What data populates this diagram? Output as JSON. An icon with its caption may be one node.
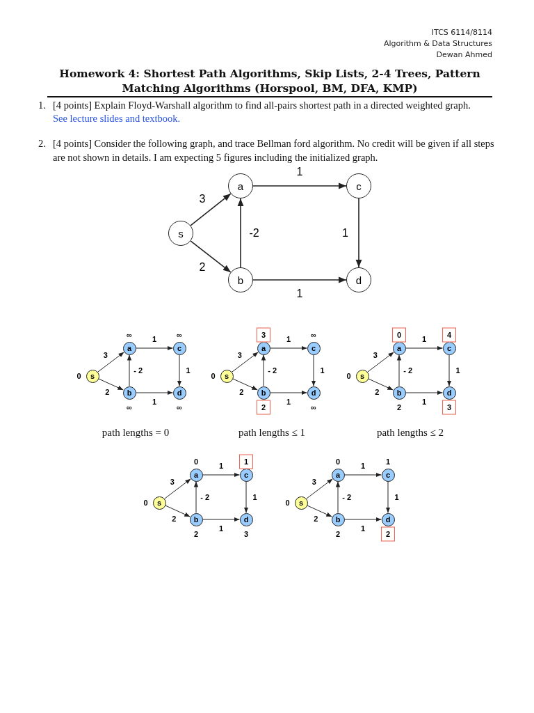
{
  "diagram": {
    "title": "Homework 4: Shortest Path Algorithms, Skip Lists, 2-4 Trees, Pattern Matching Algorithms (Horspool, BM, DFA, KMP)",
    "nodes": [
      {
        "text": [
          "s"
        ]
      },
      {
        "text": [
          "a"
        ]
      },
      {
        "text": [
          "b"
        ]
      },
      {
        "text": [
          "c"
        ]
      },
      {
        "text": [
          "d"
        ]
      },
      {
        "text": [
          "s"
        ],
        "beside": [
          "0"
        ]
      },
      {
        "text": [
          "a"
        ],
        "beside": [
          "∞"
        ]
      },
      {
        "text": [
          "b"
        ],
        "beside": [
          "∞"
        ]
      },
      {
        "text": [
          "c"
        ],
        "beside": [
          "∞"
        ]
      },
      {
        "text": [
          "d"
        ],
        "beside": [
          "∞"
        ]
      },
      {
        "text": [
          "s"
        ],
        "beside": [
          "0"
        ]
      },
      {
        "text": [
          "a"
        ],
        "beside": [
          "3"
        ]
      },
      {
        "text": [
          "b"
        ],
        "beside": [
          "2"
        ]
      },
      {
        "text": [
          "c"
        ],
        "beside": [
          "∞"
        ]
      },
      {
        "text": [
          "d"
        ],
        "beside": [
          "∞"
        ]
      },
      {
        "text": [
          "s"
        ],
        "beside": [
          "0"
        ]
      },
      {
        "text": [
          "a"
        ],
        "beside": [
          "0"
        ]
      },
      {
        "text": [
          "b"
        ],
        "beside": [
          "2"
        ]
      },
      {
        "text": [
          "c"
        ],
        "beside": [
          "4"
        ]
      },
      {
        "text": [
          "d"
        ],
        "beside": [
          "3"
        ]
      },
      {
        "text": [
          "s"
        ],
        "beside": [
          "0"
        ]
      },
      {
        "text": [
          "a"
        ],
        "beside": [
          "0"
        ]
      },
      {
        "text": [
          "b"
        ],
        "beside": [
          "2"
        ]
      },
      {
        "text": [
          "c"
        ],
        "beside": [
          "1"
        ]
      },
      {
        "text": [
          "d"
        ],
        "beside": [
          "3"
        ]
      },
      {
        "text": [
          "s"
        ],
        "beside": [
          "0"
        ]
      },
      {
        "text": [
          "a"
        ],
        "beside": [
          "0"
        ]
      },
      {
        "text": [
          "b"
        ],
        "beside": [
          "2"
        ]
      },
      {
        "text": [
          "c"
        ],
        "beside": [
          "1"
        ]
      },
      {
        "text": [
          "d"
        ],
        "beside": [
          "2"
        ]
      }
    ],
    "edges": [
      {
        "from": 0,
        "to": 1,
        "arrow": "to",
        "label": "3"
      },
      {
        "from": 0,
        "to": 2,
        "arrow": "to",
        "label": "2"
      },
      {
        "from": 2,
        "to": 1,
        "arrow": "to",
        "label": "-2"
      },
      {
        "from": 1,
        "to": 3,
        "arrow": "to",
        "label": "1"
      },
      {
        "from": 3,
        "to": 4,
        "arrow": "to",
        "label": "1"
      },
      {
        "from": 2,
        "to": 4,
        "arrow": "to",
        "label": "1"
      },
      {
        "from": 5,
        "to": 6,
        "arrow": "to",
        "label": "3"
      },
      {
        "from": 5,
        "to": 7,
        "arrow": "to",
        "label": "2"
      },
      {
        "from": 7,
        "to": 6,
        "arrow": "to",
        "label": "- 2"
      },
      {
        "from": 6,
        "to": 8,
        "arrow": "to",
        "label": "1"
      },
      {
        "from": 8,
        "to": 9,
        "arrow": "to",
        "label": "1"
      },
      {
        "from": 7,
        "to": 9,
        "arrow": "to",
        "label": "1"
      },
      {
        "from": 10,
        "to": 11,
        "arrow": "to",
        "label": "3"
      },
      {
        "from": 10,
        "to": 12,
        "arrow": "to",
        "label": "2"
      },
      {
        "from": 12,
        "to": 11,
        "arrow": "to",
        "label": "- 2"
      },
      {
        "from": 11,
        "to": 13,
        "arrow": "to",
        "label": "1"
      },
      {
        "from": 13,
        "to": 14,
        "arrow": "to",
        "label": "1"
      },
      {
        "from": 12,
        "to": 14,
        "arrow": "to",
        "label": "1"
      },
      {
        "from": 15,
        "to": 16,
        "arrow": "to",
        "label": "3"
      },
      {
        "from": 15,
        "to": 17,
        "arrow": "to",
        "label": "2"
      },
      {
        "from": 17,
        "to": 16,
        "arrow": "to",
        "label": "- 2"
      },
      {
        "from": 16,
        "to": 18,
        "arrow": "to",
        "label": "1"
      },
      {
        "from": 18,
        "to": 19,
        "arrow": "to",
        "label": "1"
      },
      {
        "from": 17,
        "to": 19,
        "arrow": "to",
        "label": "1"
      },
      {
        "from": 20,
        "to": 21,
        "arrow": "to",
        "label": "3"
      },
      {
        "from": 20,
        "to": 22,
        "arrow": "to",
        "label": "2"
      },
      {
        "from": 22,
        "to": 21,
        "arrow": "to",
        "label": "- 2"
      },
      {
        "from": 21,
        "to": 23,
        "arrow": "to",
        "label": "1"
      },
      {
        "from": 23,
        "to": 24,
        "arrow": "to",
        "label": "1"
      },
      {
        "from": 22,
        "to": 24,
        "arrow": "to",
        "label": "1"
      },
      {
        "from": 25,
        "to": 26,
        "arrow": "to",
        "label": "3"
      },
      {
        "from": 25,
        "to": 27,
        "arrow": "to",
        "label": "2"
      },
      {
        "from": 27,
        "to": 26,
        "arrow": "to",
        "label": "- 2"
      },
      {
        "from": 26,
        "to": 28,
        "arrow": "to",
        "label": "1"
      },
      {
        "from": 28,
        "to": 29,
        "arrow": "to",
        "label": "1"
      },
      {
        "from": 27,
        "to": 29,
        "arrow": "to",
        "label": "1"
      }
    ],
    "labels": [
      "ITCS 6114/8114",
      "Algorithm & Data Structures",
      "Dewan Ahmed",
      "1.",
      "[4 points] Explain Floyd-Warshall algorithm to find all-pairs shortest path in a directed weighted graph.",
      "See lecture slides and textbook.",
      "2.",
      "[4 points] Consider the following graph, and trace Bellman ford algorithm. No credit will be given if all steps are not shown in details. I am expecting 5 figures including the initialized graph.",
      "path lengths = 0",
      "path lengths ≤ 1",
      "path lengths ≤ 2"
    ]
  }
}
